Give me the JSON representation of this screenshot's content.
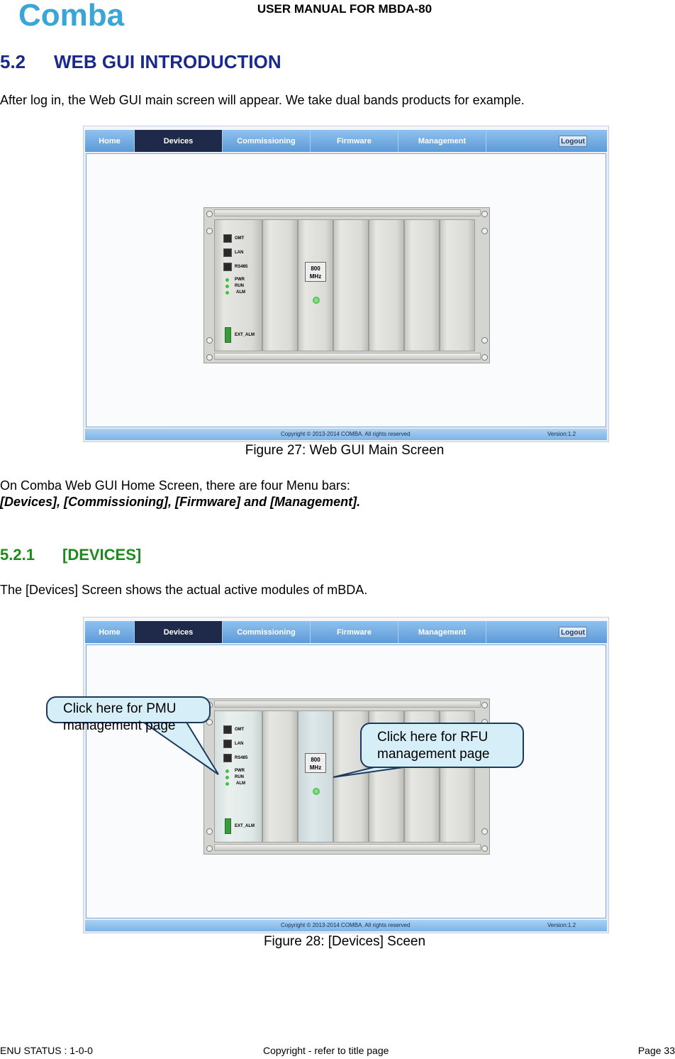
{
  "header": {
    "logo_text": "Comba",
    "title": "USER MANUAL FOR MBDA-80"
  },
  "section": {
    "number": "5.2",
    "title": "WEB GUI INTRODUCTION",
    "intro": "After log in, the Web GUI main screen will appear. We take dual bands products for example."
  },
  "gui": {
    "nav": [
      "Home",
      "Devices",
      "Commissioning",
      "Firmware",
      "Management"
    ],
    "logout": "Logout",
    "copyright": "Copyright © 2013-2014 COMBA. All rights reserved",
    "version": "Version:1.2",
    "pmu_labels": {
      "omt": "OMT",
      "lan": "LAN",
      "rs485": "RS485",
      "pwr": "PWR",
      "run": "RUN",
      "alm": "ALM",
      "ext_alm": "EXT_ALM"
    },
    "band_top": "800",
    "band_bottom": "MHz"
  },
  "figure1": {
    "caption": "Figure 27: Web GUI Main Screen"
  },
  "menu_text": {
    "line1": "On Comba Web GUI Home Screen, there are four Menu bars:",
    "line2": "[Devices], [Commissioning], [Firmware] and [Management]."
  },
  "subsection": {
    "number": "5.2.1",
    "title": "[DEVICES]",
    "intro": "The [Devices] Screen shows the actual active modules of mBDA."
  },
  "callouts": {
    "pmu": [
      "Click here for PMU",
      "management page"
    ],
    "rfu": [
      "Click here for RFU",
      "management page"
    ]
  },
  "figure2": {
    "caption": "Figure 28: [Devices] Sceen"
  },
  "footer": {
    "status": "ENU STATUS : 1-0-0",
    "copyright": "Copyright - refer to title page",
    "page": "Page 33"
  },
  "colors": {
    "heading1": "#1a2a8c",
    "heading2": "#1e8a1e",
    "logo": "#3aa6d8",
    "nav_active": "#1f2a4a"
  }
}
